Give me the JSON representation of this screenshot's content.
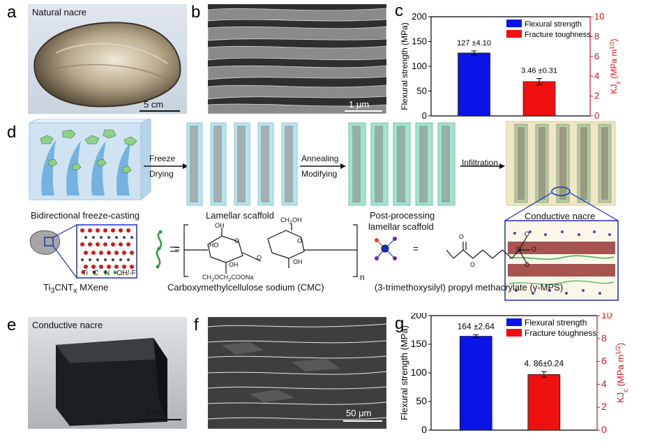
{
  "panels": {
    "a": {
      "label": "a",
      "title": "Natural nacre",
      "scalebar": "5 cm"
    },
    "b": {
      "label": "b",
      "scalebar": "1 μm"
    },
    "c": {
      "label": "c"
    },
    "d": {
      "label": "d",
      "steps": [
        "Bidirectional freeze-casting",
        "Lamellar scaffold",
        "Post-processing",
        "lamellar scaffold",
        "Conductive nacre"
      ],
      "arrows": [
        {
          "top": "Freeze",
          "bottom": "Drying"
        },
        {
          "top": "Annealing",
          "bottom": "Modifying"
        },
        {
          "top": "Infiltration",
          "bottom": ""
        }
      ],
      "mxene_label_main": "Ti",
      "mxene_label_sub1": "3",
      "mxene_label_mid": "CNT",
      "mxene_label_sub2": "x",
      "mxene_label_end": " MXene",
      "mxene_legend": [
        "Ti",
        "C",
        "N",
        "-OH/-F"
      ],
      "cmc_label": "Carboxymethylcellulose sodium (CMC)",
      "cmc_atoms": {
        "oh1": "OH",
        "ch2oh": "CH",
        "ch2oh_sub": "2",
        "ch2oh_end": "OH",
        "ho": "HO",
        "o1": "O",
        "o2": "O",
        "o3": "O",
        "oh2": "OH",
        "oh3": "OH",
        "sub": "CH",
        "sub_2": "2",
        "sub_mid": "OCH",
        "sub_2b": "2",
        "sub_end": "COONa",
        "n": "n"
      },
      "mps_label": "(3-trimethoxysilyl) propyl methacrylate (γ-MPS)",
      "mps_atoms": {
        "o_dbl": "O",
        "o_ester": "O",
        "si": "Si",
        "o1": "O",
        "o2": "O",
        "o3": "O"
      },
      "equals": "="
    },
    "e": {
      "label": "e",
      "title": "Conductive nacre",
      "scalebar": "5 mm"
    },
    "f": {
      "label": "f",
      "scalebar": "50 μm"
    },
    "g": {
      "label": "g"
    }
  },
  "colors": {
    "blue": "#0b14e6",
    "red": "#f01010",
    "teal": "#7fd0d8",
    "cyan": "#cfeef4",
    "beige": "#efe6c6"
  },
  "chart_data": [
    {
      "panel": "c",
      "type": "bar",
      "categories": [
        "Flexural strength",
        "Fracture toughness"
      ],
      "series": [
        {
          "name": "Flexural strength",
          "axis": "left",
          "value": 127,
          "error": 4.1,
          "label": "127 ±4.10",
          "color": "#0b14e6"
        },
        {
          "name": "Fracture toughness",
          "axis": "right",
          "value": 3.46,
          "error": 0.31,
          "label": "3.46 ±0.31",
          "color": "#f01010"
        }
      ],
      "ylabel_left": "Flexural strength (MPa)",
      "ylabel_right_main": "KJ",
      "ylabel_right_sub": "c",
      "ylabel_right_unit": " (MPa m",
      "ylabel_right_sup": "1/2",
      "ylabel_right_close": ")",
      "ylim_left": [
        0,
        200
      ],
      "ylim_right": [
        0,
        10
      ],
      "yticks_left": [
        0,
        50,
        100,
        150,
        200
      ],
      "yticks_right": [
        0,
        2,
        4,
        6,
        8,
        10
      ],
      "legend_position": "top-right",
      "grid": false
    },
    {
      "panel": "g",
      "type": "bar",
      "categories": [
        "Flexural strength",
        "Fracture toughness"
      ],
      "series": [
        {
          "name": "Flexural strength",
          "axis": "left",
          "value": 164,
          "error": 2.64,
          "label": "164 ±2.64",
          "color": "#0b14e6"
        },
        {
          "name": "Fracture toughness",
          "axis": "right",
          "value": 4.86,
          "error": 0.24,
          "label": "4. 86±0.24",
          "color": "#f01010"
        }
      ],
      "ylabel_left": "Flexural strength (MPa)",
      "ylabel_right_main": "KJ",
      "ylabel_right_sub": "c",
      "ylabel_right_unit": " (MPa m",
      "ylabel_right_sup": "1/2",
      "ylabel_right_close": ")",
      "ylim_left": [
        0,
        200
      ],
      "ylim_right": [
        0,
        10
      ],
      "yticks_left": [
        0,
        50,
        100,
        150,
        200
      ],
      "yticks_right": [
        0,
        2,
        4,
        6,
        8,
        10
      ],
      "legend_position": "top-right",
      "grid": false
    }
  ]
}
